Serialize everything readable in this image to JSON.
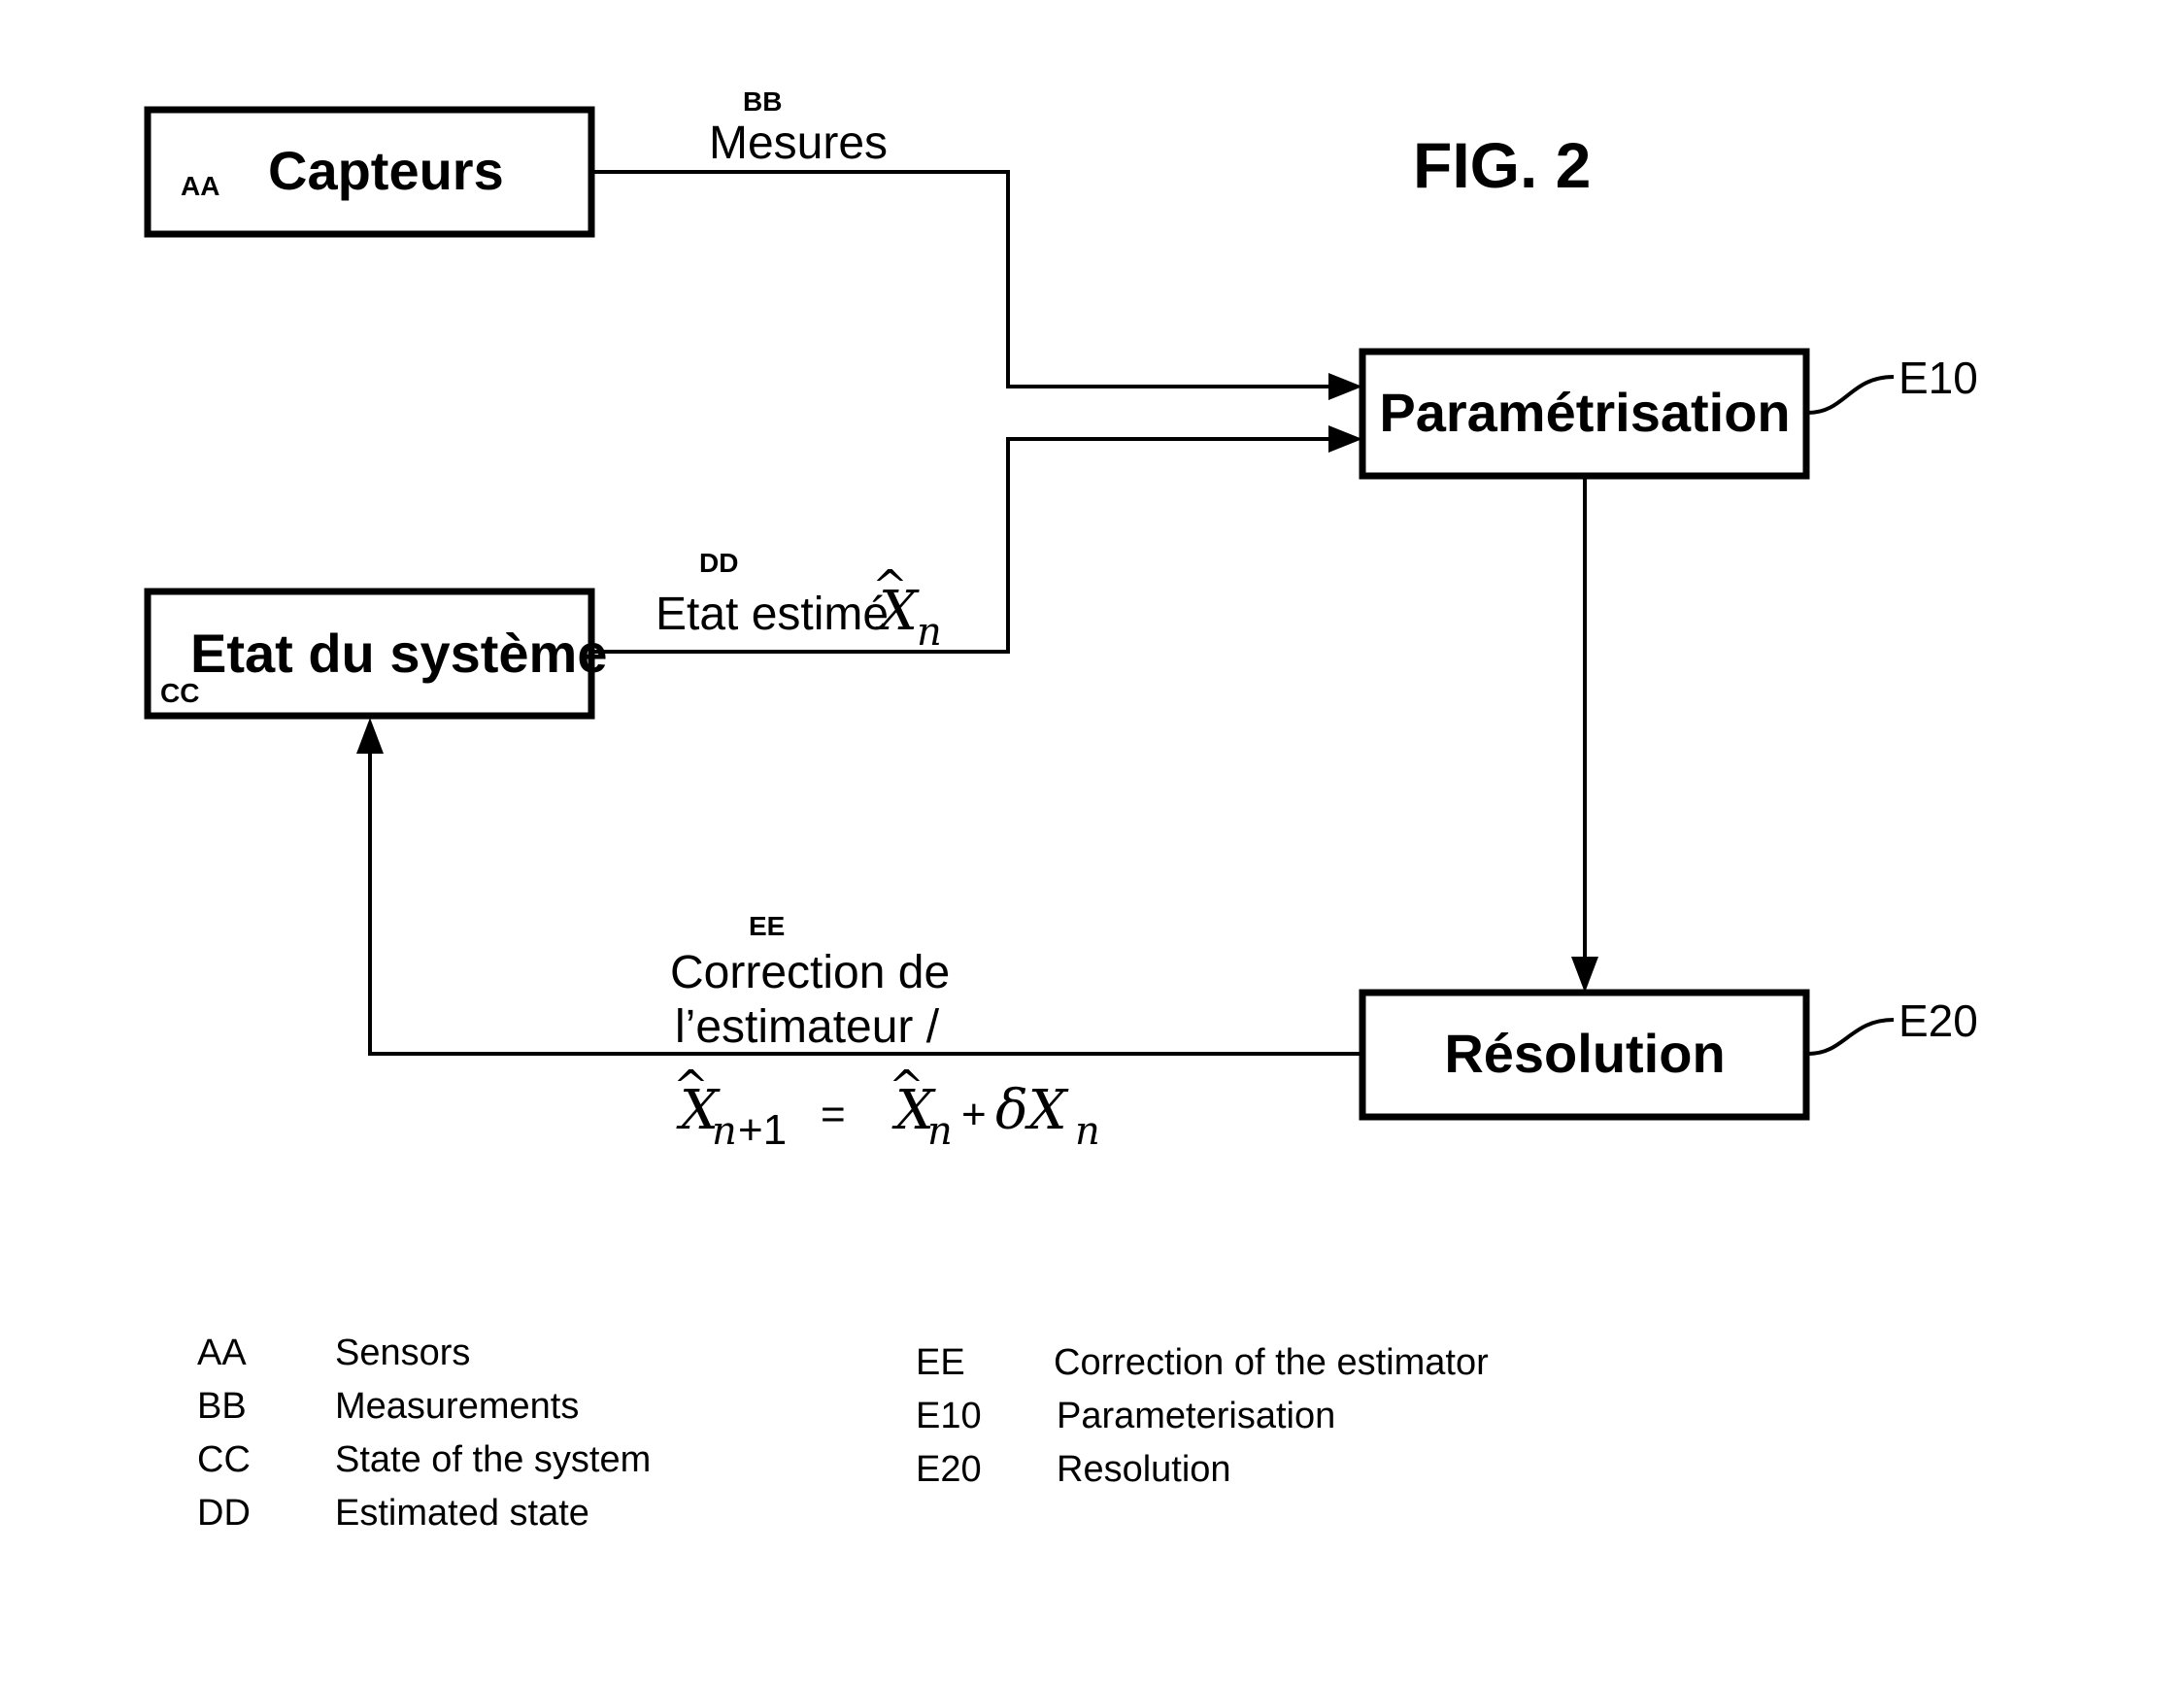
{
  "figure": {
    "title": "FIG. 2"
  },
  "boxes": {
    "capteurs": {
      "code": "AA",
      "label": "Capteurs"
    },
    "etat": {
      "code": "CC",
      "label": "Etat du système"
    },
    "parametrisation": {
      "label": "Paramétrisation",
      "ref": "E10"
    },
    "resolution": {
      "label": "Résolution",
      "ref": "E20"
    }
  },
  "flows": {
    "mesures": {
      "code": "BB",
      "label": "Mesures"
    },
    "etat_estime": {
      "code": "DD",
      "label": "Etat estimé",
      "symbol": "X",
      "hat": "^",
      "sub": "n"
    },
    "correction": {
      "code": "EE",
      "line1": "Correction de",
      "line2": "l’estimateur /",
      "formula": {
        "lhs_symbol": "X",
        "lhs_hat": "^",
        "lhs_sub": "n",
        "lhs_sub_suffix": "+1",
        "equals": "=",
        "rhs_symbol": "X",
        "rhs_hat": "^",
        "rhs_sub": "n",
        "plus": "+",
        "delta": "δX",
        "delta_sub": "n"
      }
    }
  },
  "legend": {
    "left": [
      {
        "code": "AA",
        "text": "Sensors"
      },
      {
        "code": "BB",
        "text": "Measurements"
      },
      {
        "code": "CC",
        "text": "State of the system"
      },
      {
        "code": "DD",
        "text": "Estimated state"
      }
    ],
    "right": [
      {
        "code": "EE",
        "text": "Correction of the estimator"
      },
      {
        "code": "E10",
        "text": "Parameterisation"
      },
      {
        "code": "E20",
        "text": "Resolution"
      }
    ]
  }
}
